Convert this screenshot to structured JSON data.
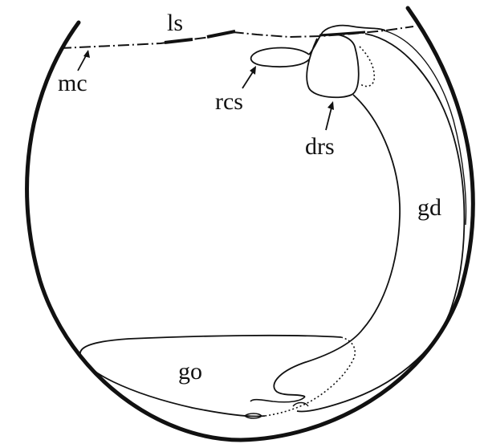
{
  "diagram": {
    "labels": {
      "ls": "ls",
      "mc": "mc",
      "rcs": "rcs",
      "drs": "drs",
      "gd": "gd",
      "go": "go"
    }
  },
  "colors": {
    "ink": "#111111",
    "background": "#ffffff"
  }
}
